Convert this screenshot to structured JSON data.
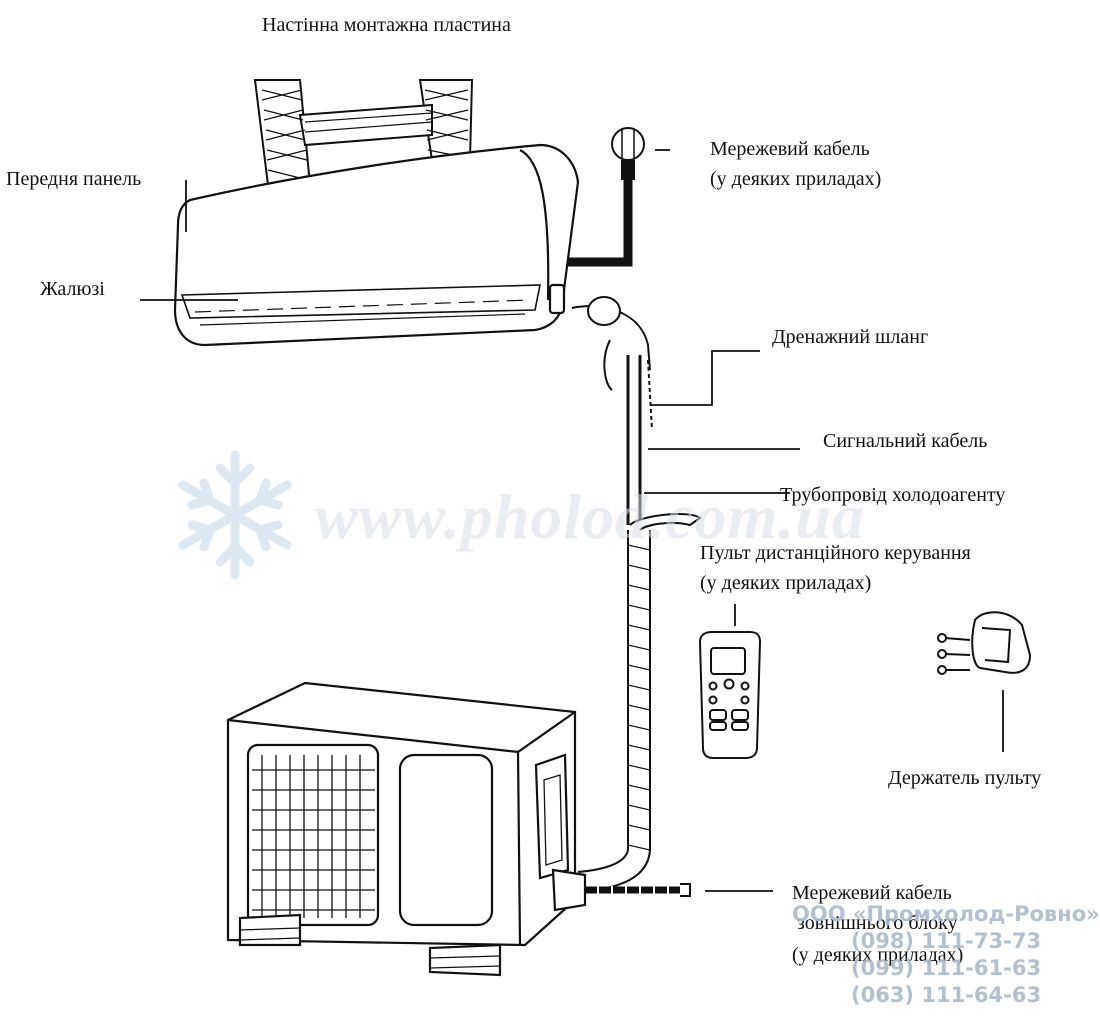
{
  "labels": {
    "mounting_plate": "Настінна монтажна пластина",
    "front_panel": "Передня панель",
    "louver": "Жалюзі",
    "power_cable_line1": "Мережевий кабель",
    "power_cable_line2": "(у деяких приладах)",
    "drain_hose": "Дренажний шланг",
    "signal_cable": "Сигнальний кабель",
    "refrigerant_pipe": "Трубопровід холодоагенту",
    "remote_line1": "Пульт дистанційного керування",
    "remote_line2": "(у деяких приладах)",
    "remote_holder": "Держатель пульту",
    "outdoor_cable_line1": "Мережевий кабель",
    "outdoor_cable_line2": "зовнішнього блоку",
    "outdoor_cable_line3": "(у деяких приладах)"
  },
  "watermark": {
    "url": "www.pholod.com.ua",
    "company": "ООО «Промхолод-Ровно»",
    "phones": [
      "(098) 111-73-73",
      "(099) 111-61-63",
      "(063) 111-64-63"
    ]
  },
  "colors": {
    "line": "#111111",
    "watermark_blue": "#a9b9cc",
    "watermark_grey": "#d8dde4"
  }
}
